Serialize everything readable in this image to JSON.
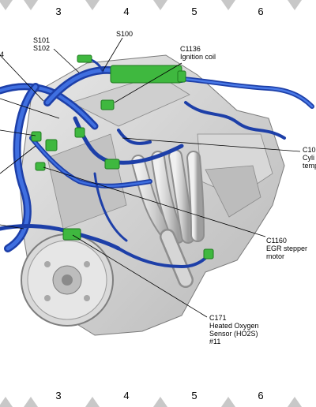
{
  "ruler": {
    "numbers": [
      "3",
      "4",
      "5",
      "6"
    ]
  },
  "labels": {
    "s101": "S101",
    "s102": "S102",
    "s100": "S100",
    "c1136_id": "C1136",
    "c1136_name": "Ignition coil",
    "c10_id": "C10",
    "c10_line2": "Cyli",
    "c10_line3": "temp",
    "c1160_id": "C1160",
    "c1160_line2": "EGR stepper",
    "c1160_line3": "motor",
    "c171_id": "C171",
    "c171_line2": "Heated Oxygen",
    "c171_line3": "Sensor (HO2S)",
    "c171_line4": "#11",
    "left_fragment": "4"
  },
  "colors": {
    "harness_dark": "#1d3fa8",
    "harness_light": "#3f6fe0",
    "connector_green": "#3fb83f",
    "engine_gray": "#d2d2d2",
    "engine_shadow": "#9a9a9a"
  }
}
